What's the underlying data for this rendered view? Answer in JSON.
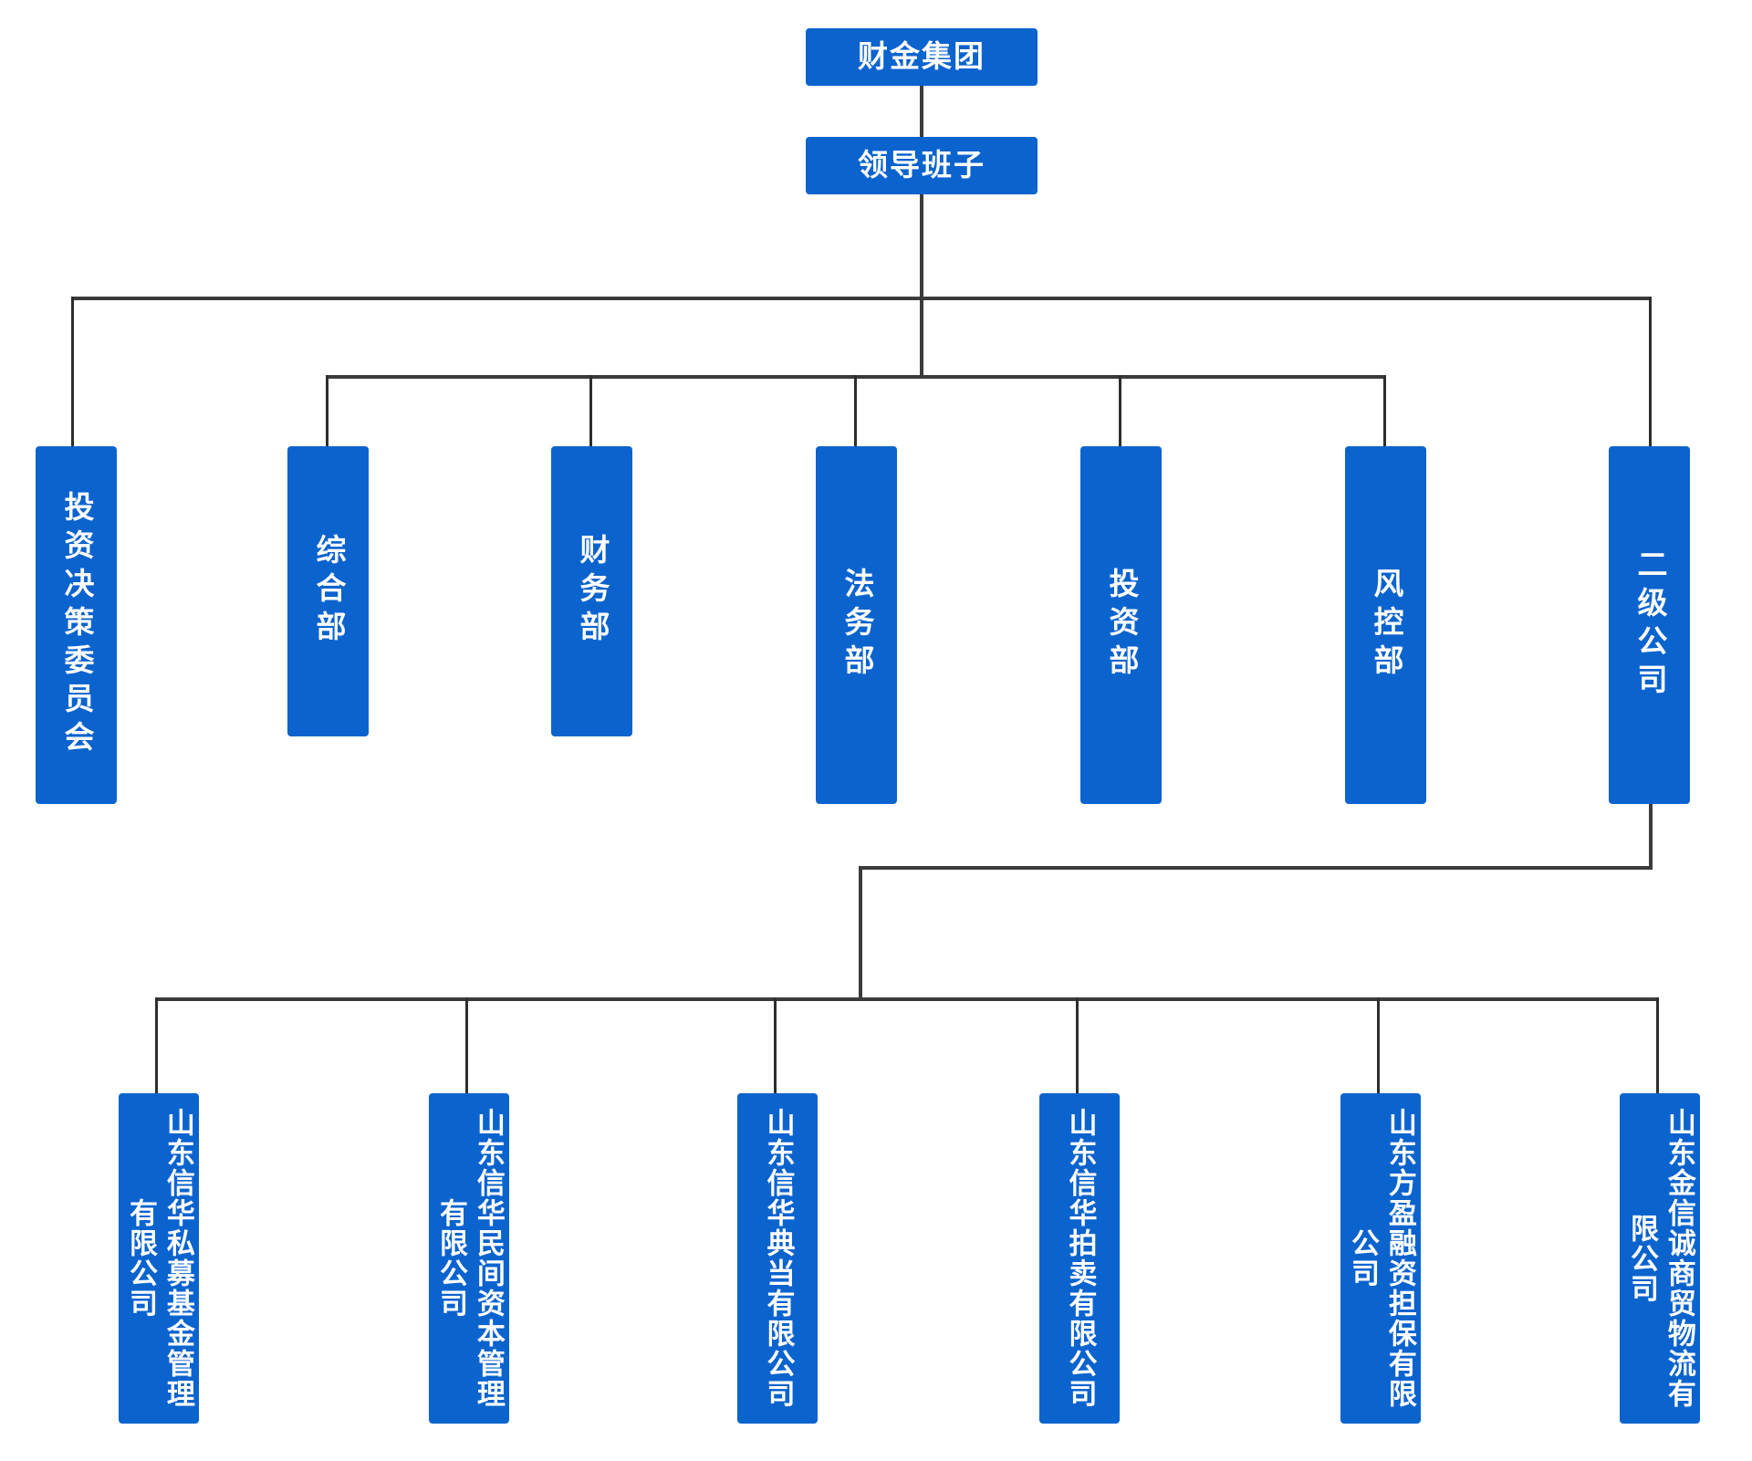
{
  "chart_data": {
    "type": "diagram",
    "title": "财金集团组织架构图",
    "diagram_kind": "organization-chart",
    "accent_color": "#0b63ce",
    "line_color": "#3b3b3b",
    "text_color": "#ffffff",
    "background_color": "#ffffff",
    "levels": [
      {
        "level": 1,
        "nodes": [
          "财金集团"
        ]
      },
      {
        "level": 2,
        "nodes": [
          "领导班子"
        ]
      },
      {
        "level": 3,
        "nodes": [
          "投资决策委员会",
          "综合部",
          "财务部",
          "法务部",
          "投资部",
          "风控部",
          "二级公司"
        ]
      },
      {
        "level": 4,
        "nodes": [
          "山东信华私募基金管理有限公司",
          "山东信华民间资本管理有限公司",
          "山东信华典当有限公司",
          "山东信华拍卖有限公司",
          "山东方盈融资担保有限公司",
          "山东金信诚商贸物流有限公司"
        ]
      }
    ],
    "edges": [
      {
        "from": "财金集团",
        "to": "领导班子"
      },
      {
        "from": "领导班子",
        "to": "投资决策委员会"
      },
      {
        "from": "领导班子",
        "to": "综合部"
      },
      {
        "from": "领导班子",
        "to": "财务部"
      },
      {
        "from": "领导班子",
        "to": "法务部"
      },
      {
        "from": "领导班子",
        "to": "投资部"
      },
      {
        "from": "领导班子",
        "to": "风控部"
      },
      {
        "from": "领导班子",
        "to": "二级公司"
      },
      {
        "from": "二级公司",
        "to": "山东信华私募基金管理有限公司"
      },
      {
        "from": "二级公司",
        "to": "山东信华民间资本管理有限公司"
      },
      {
        "from": "二级公司",
        "to": "山东信华典当有限公司"
      },
      {
        "from": "二级公司",
        "to": "山东信华拍卖有限公司"
      },
      {
        "from": "二级公司",
        "to": "山东方盈融资担保有限公司"
      },
      {
        "from": "二级公司",
        "to": "山东金信诚商贸物流有限公司"
      }
    ]
  },
  "root": {
    "label": "财金集团"
  },
  "leadership": {
    "label": "领导班子"
  },
  "departments": [
    {
      "label": "投资决策委员会"
    },
    {
      "label": "综合部"
    },
    {
      "label": "财务部"
    },
    {
      "label": "法务部"
    },
    {
      "label": "投资部"
    },
    {
      "label": "风控部"
    },
    {
      "label": "二级公司"
    }
  ],
  "subsidiaries": [
    {
      "label": "山东信华私募基金管理有限公司"
    },
    {
      "label": "山东信华民间资本管理有限公司"
    },
    {
      "label": "山东信华典当有限公司"
    },
    {
      "label": "山东信华拍卖有限公司"
    },
    {
      "label": "山东方盈融资担保有限公司"
    },
    {
      "label": "山东金信诚商贸物流有限公司"
    }
  ]
}
